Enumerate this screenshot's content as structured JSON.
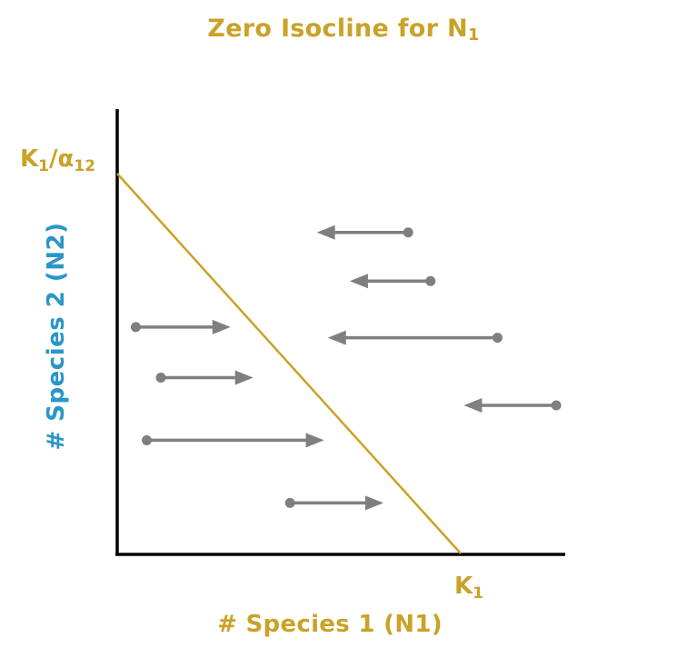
{
  "title": {
    "text": "Zero Isocline for N",
    "sub": "1"
  },
  "axes": {
    "ylabel": "# Species 2 (N2)",
    "xlabel": "# Species 1 (N1)",
    "y_intercept": {
      "main": "K",
      "sub1": "1",
      "mid": "/α",
      "sub2": "12"
    },
    "x_intercept": {
      "main": "K",
      "sub": "1"
    }
  },
  "colors": {
    "accent": "#C9A227",
    "ylabel": "#2A96C8",
    "arrow": "#7F7F7F",
    "axis": "#000000"
  },
  "isocline": {
    "from": {
      "n1": 0,
      "n2": 1
    },
    "to": {
      "n1": 1,
      "n2": 0
    }
  },
  "arrows": [
    {
      "start": [
        0.054,
        0.596
      ],
      "end": [
        0.33,
        0.596
      ],
      "direction": "right"
    },
    {
      "start": [
        0.127,
        0.463
      ],
      "end": [
        0.396,
        0.463
      ],
      "direction": "right"
    },
    {
      "start": [
        0.086,
        0.298
      ],
      "end": [
        0.602,
        0.298
      ],
      "direction": "right"
    },
    {
      "start": [
        0.503,
        0.133
      ],
      "end": [
        0.775,
        0.133
      ],
      "direction": "right"
    },
    {
      "start": [
        0.847,
        0.845
      ],
      "end": [
        0.581,
        0.845
      ],
      "direction": "left"
    },
    {
      "start": [
        0.912,
        0.717
      ],
      "end": [
        0.677,
        0.717
      ],
      "direction": "left"
    },
    {
      "start": [
        1.107,
        0.568
      ],
      "end": [
        0.613,
        0.568
      ],
      "direction": "left"
    },
    {
      "start": [
        1.278,
        0.39
      ],
      "end": [
        1.009,
        0.39
      ],
      "direction": "left"
    }
  ]
}
